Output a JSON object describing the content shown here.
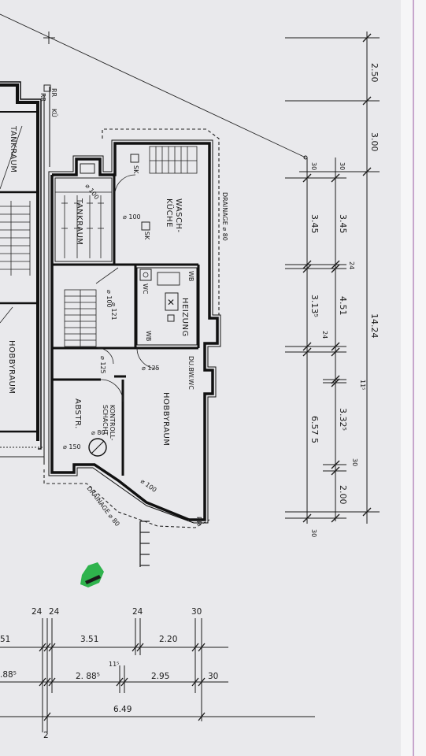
{
  "rooms": {
    "tankraum_left": "TANKRAUM",
    "tankraum": "TANKRAUM",
    "waschkueche": "WASCH-\nKÜCHE",
    "heizung": "HEIZUNG",
    "hobbyraum": "HOBBYRAUM",
    "hobbyraum_left": "HOBBYRAUM",
    "abstr": "ABSTR.",
    "kontrollschacht": "KONTROLL-\nSCHACHT"
  },
  "labels": {
    "drainage_top": "DRAINAGE ⌀ 80",
    "drainage_bottom": "DRAINAGE ⌀ 80",
    "rr_top": "RR",
    "rr_top2": "RR",
    "rr_bottom": "RR",
    "ku": "KÜ",
    "sk1": "SK",
    "sk2": "SK",
    "wc1": "WC",
    "wb1": "WB",
    "wb2": "WB",
    "du_bw_wc": "DU.BW.WC",
    "d100a": "⌀ 100",
    "d100b": "⌀ 100",
    "d100c": "⌀ 100",
    "d100d": "⌀ 100",
    "d125a": "⌀ 125",
    "d125b": "⌀ 125",
    "d121": "⌀ 121",
    "d150": "⌀ 150",
    "d80": "⌀ 80"
  },
  "dims_vertical": {
    "d250": "2.50",
    "d300": "3.00",
    "d30a": "30",
    "d30b": "30",
    "d345a": "3.45",
    "d345b": "3.45",
    "d24a": "24",
    "d3135": "3.13⁵",
    "d451": "4.51",
    "d24b": "24",
    "d1424": "14.24",
    "d115": "11⁵",
    "d6575": "6.57 5",
    "d3325": "3.32⁵",
    "d30c": "30",
    "d200": "2.00",
    "d30d": "30"
  },
  "dims_horizontal": {
    "h24a": "24",
    "h24b": "24",
    "h24c": "24",
    "h30a": "30",
    "h51": "51",
    "h351": "3.51",
    "h220": "2.20",
    "h1155": "11⁵",
    "h885": ".88⁵",
    "h2885": "2. 88⁵",
    "h295": "2.95",
    "h30b": "30",
    "h649": "6.49",
    "h2": "2"
  },
  "colors": {
    "paper": "#e9e9ec",
    "ink": "#111111",
    "margin_line": "#c7a6cc",
    "marker": "#2fb34d"
  }
}
